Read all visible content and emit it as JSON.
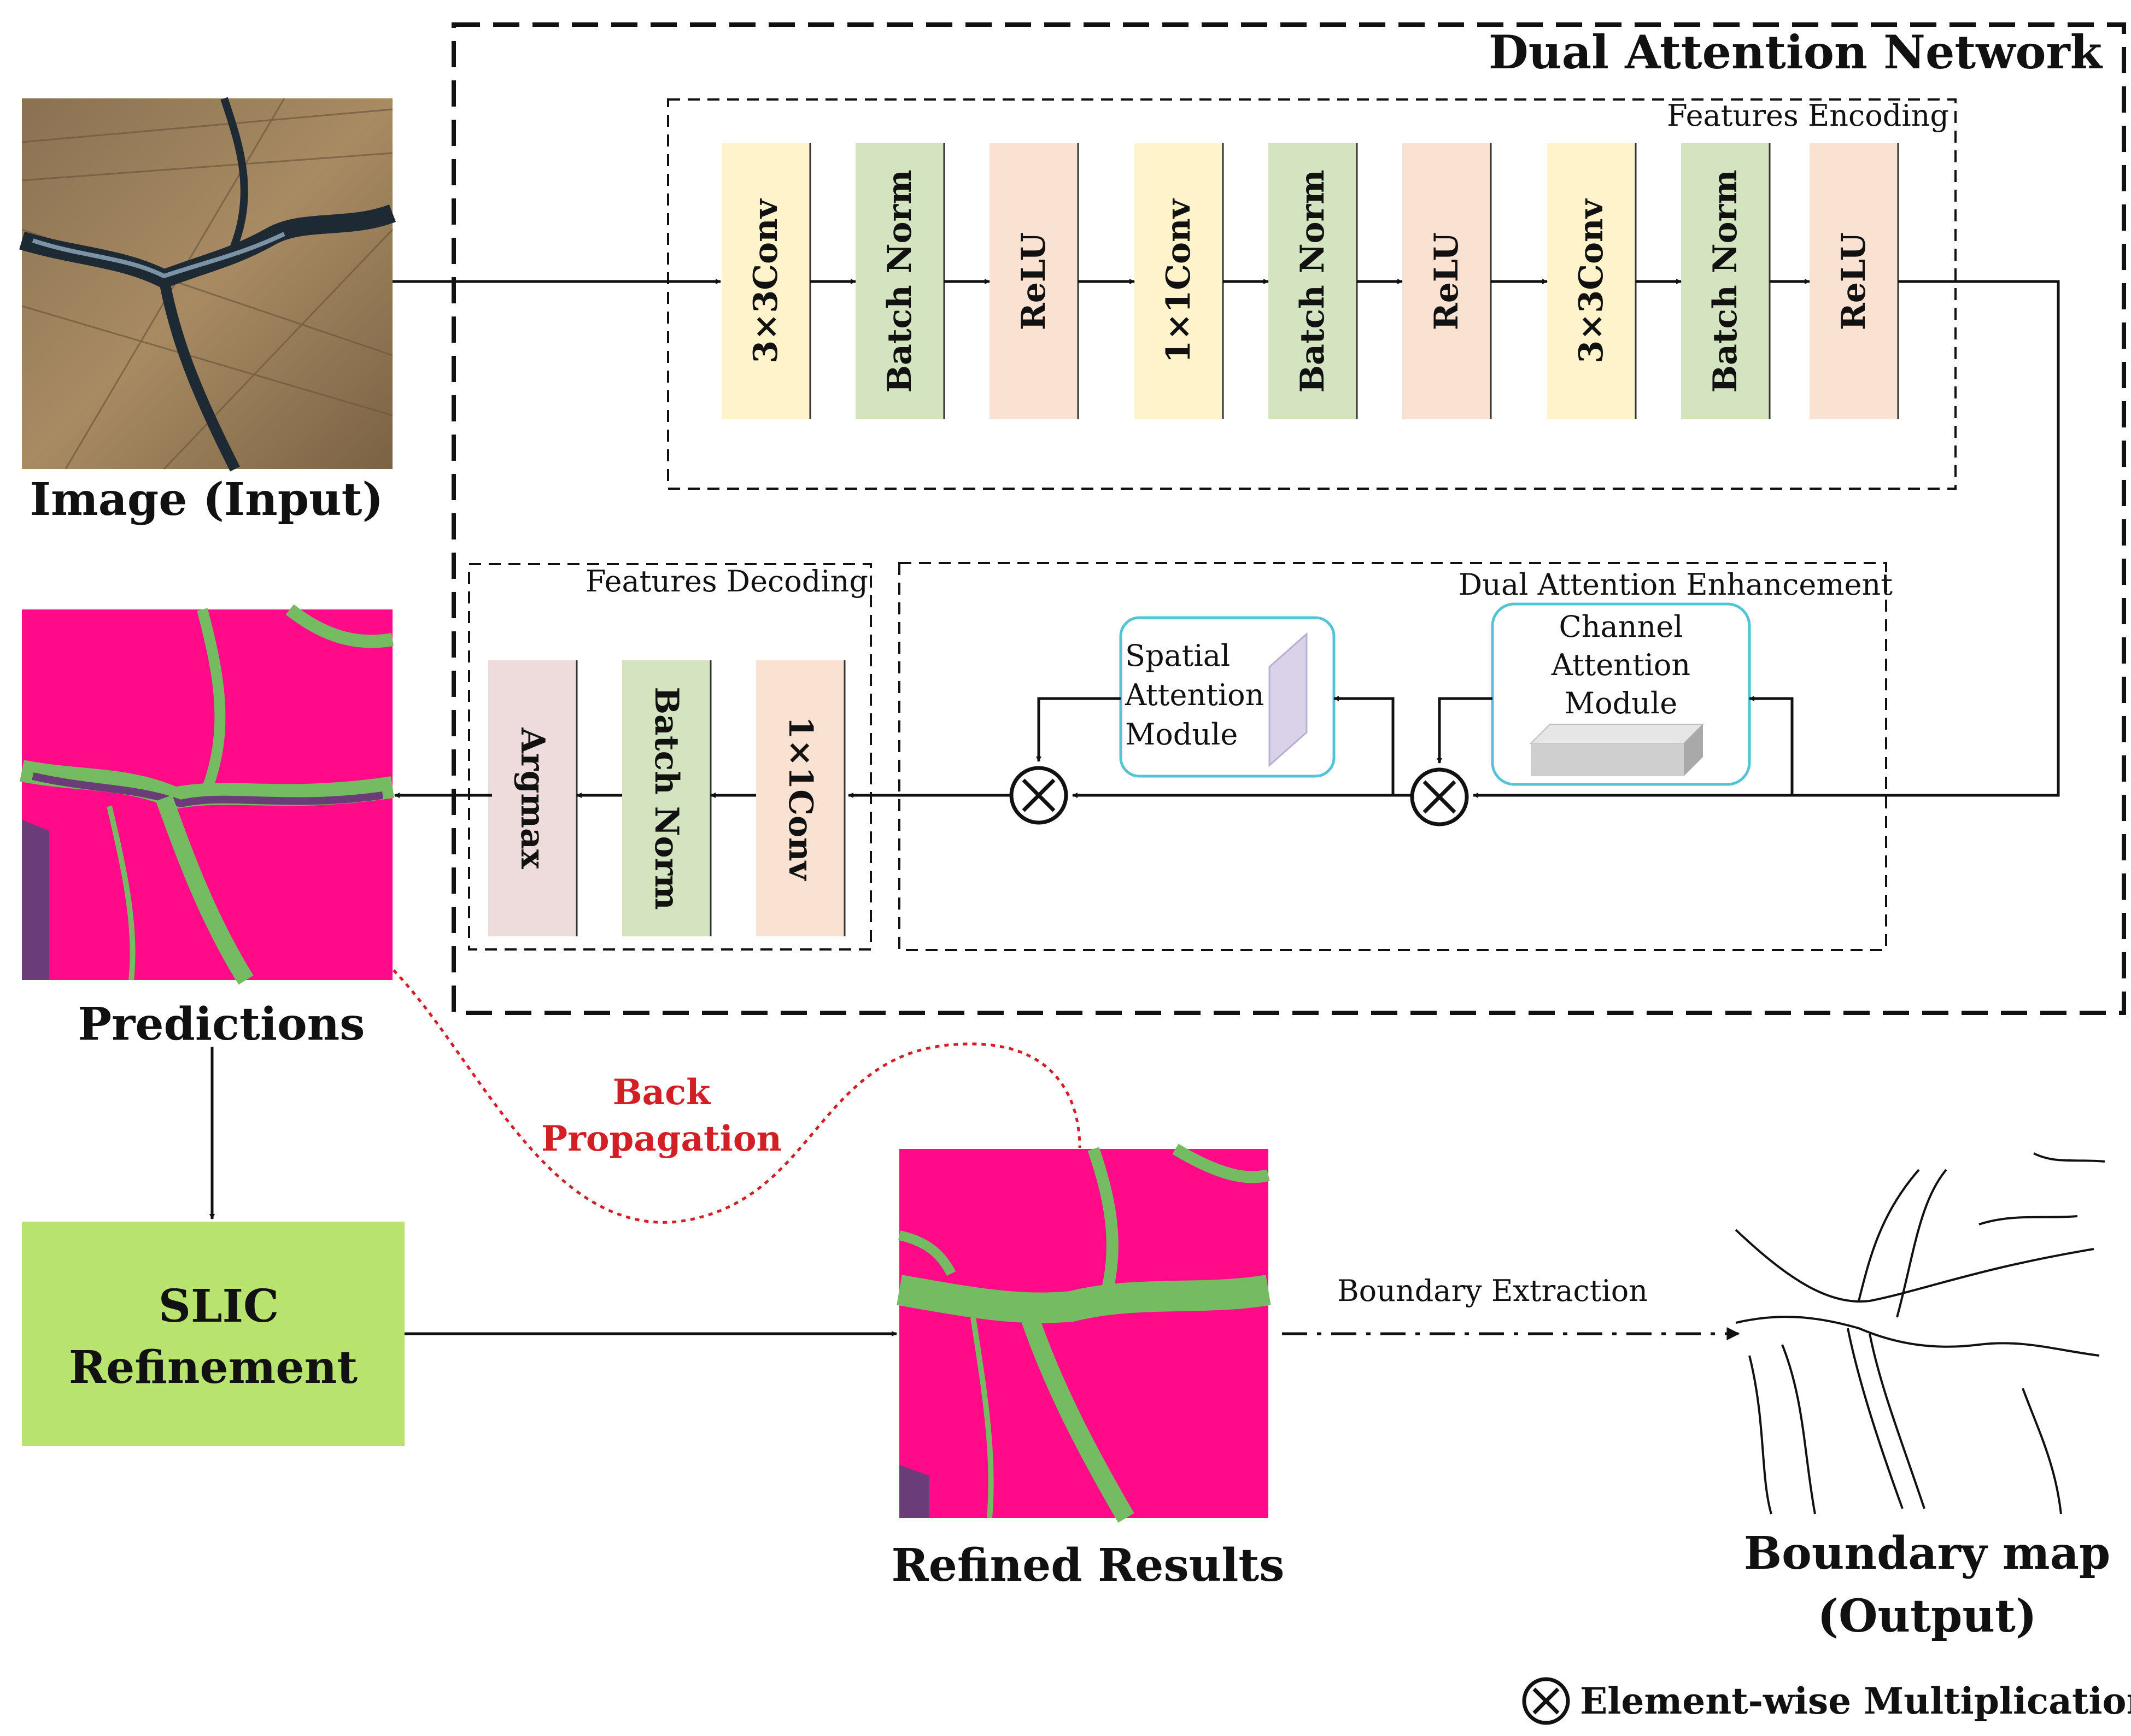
{
  "network_title": "Dual Attention Network",
  "encoding": {
    "label": "Features Encoding",
    "blocks": [
      {
        "label": "3×3Conv",
        "color": "#fff3cc"
      },
      {
        "label": "Batch Norm",
        "color": "#d4e3c0"
      },
      {
        "label": "ReLU",
        "color": "#f9e2d2"
      },
      {
        "label": "1×1Conv",
        "color": "#fff3cc"
      },
      {
        "label": "Batch Norm",
        "color": "#d4e3c0"
      },
      {
        "label": "ReLU",
        "color": "#f9e2d2"
      },
      {
        "label": "3×3Conv",
        "color": "#fff3cc"
      },
      {
        "label": "Batch Norm",
        "color": "#d4e3c0"
      },
      {
        "label": "ReLU",
        "color": "#f9e2d2"
      }
    ]
  },
  "attention": {
    "label": "Dual Attention Enhancement",
    "spatial_module": [
      "Spatial",
      "Attention",
      "Module"
    ],
    "channel_module": [
      "Channel",
      "Attention",
      "Module"
    ]
  },
  "decoding": {
    "label": "Features Decoding",
    "blocks": [
      {
        "label": "Argmax",
        "color": "#eedcdc"
      },
      {
        "label": "Batch Norm",
        "color": "#d4e3c0"
      },
      {
        "label": "1×1Conv",
        "color": "#f9e2d2"
      }
    ]
  },
  "input_caption": "Image (Input)",
  "predictions_caption": "Predictions",
  "slic_label": [
    "SLIC",
    "Refinement"
  ],
  "back_propagation": [
    "Back",
    "Propagation"
  ],
  "refined_caption": "Refined Results",
  "boundary_extraction": "Boundary Extraction",
  "output_caption": [
    "Boundary map",
    "(Output)"
  ],
  "legend": "Element-wise Multiplication",
  "colors": {
    "segment_magenta": "#ff0b8a",
    "segment_green": "#74bb62",
    "segment_purple": "#6a3d78",
    "slic_fill": "#b9e36f",
    "module_border": "#55c3d6",
    "back_prop_red": "#d21f26"
  }
}
